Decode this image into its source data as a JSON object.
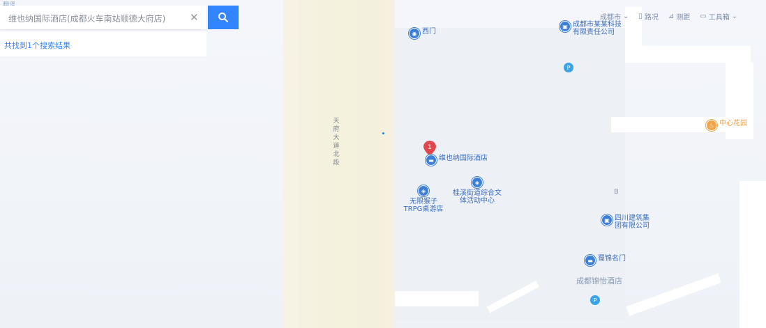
{
  "search": {
    "logo_text": "翻译",
    "query": "维也纳国际酒店(成都火车南站顺德大府店)",
    "clear_icon": "close-icon",
    "button_icon": "search-icon",
    "result_summary": "共找到1个搜索结果"
  },
  "toolbar": {
    "city": "成都市",
    "route": "路况",
    "measure": "测距",
    "tools": "工具箱"
  },
  "road_label": "天府大道北段",
  "selected_marker": {
    "number": "1",
    "color": "#e0474c"
  },
  "pois": {
    "ximen": "西门",
    "tech_company": "成都市某某科技有限责任公司",
    "hotel": "维也纳国际酒店",
    "trpg": "无限猴子TRPG桌游店",
    "culture_center": "桂溪街道综合文体活动中心",
    "construction": "四川建筑集团有限公司",
    "shop": "蜀锦名门",
    "hotel_area": "成都锦怡酒店",
    "orange_poi": "中心花园",
    "small_label": "B"
  },
  "parking_label": "P",
  "colors": {
    "accent": "#3385ff",
    "poi_blue": "#3e7fd6",
    "parking": "#3aa3e6",
    "road": "#f4f1dc"
  }
}
